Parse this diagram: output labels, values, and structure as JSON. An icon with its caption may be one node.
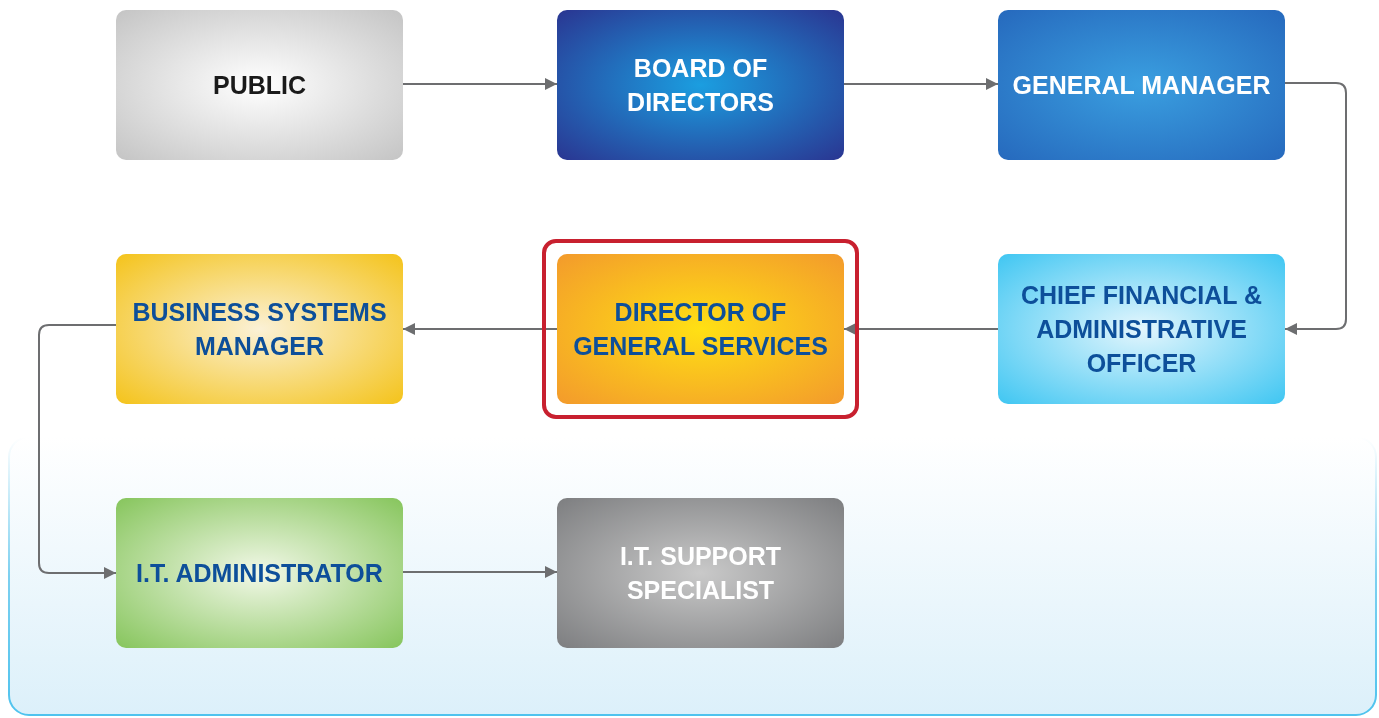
{
  "diagram": {
    "nodes": [
      {
        "text": [
          "PUBLIC"
        ]
      },
      {
        "text": [
          "BOARD OF DIRECTORS"
        ]
      },
      {
        "text": [
          "GENERAL MANAGER"
        ]
      },
      {
        "text": [
          "CHIEF FINANCIAL & ADMINISTRATIVE OFFICER"
        ]
      },
      {
        "text": [
          "DIRECTOR OF GENERAL SERVICES"
        ]
      },
      {
        "text": [
          "BUSINESS SYSTEMS MANAGER"
        ]
      },
      {
        "text": [
          "I.T. ADMINISTRATOR"
        ]
      },
      {
        "text": [
          "I.T. SUPPORT SPECIALIST"
        ]
      }
    ],
    "edges": [
      {
        "from": 0,
        "to": 1,
        "arrow": "to"
      },
      {
        "from": 1,
        "to": 2,
        "arrow": "to"
      },
      {
        "from": 2,
        "to": 3,
        "arrow": "to"
      },
      {
        "from": 3,
        "to": 4,
        "arrow": "to"
      },
      {
        "from": 4,
        "to": 5,
        "arrow": "to"
      },
      {
        "from": 5,
        "to": 6,
        "arrow": "to"
      },
      {
        "from": 6,
        "to": 7,
        "arrow": "to"
      }
    ]
  }
}
